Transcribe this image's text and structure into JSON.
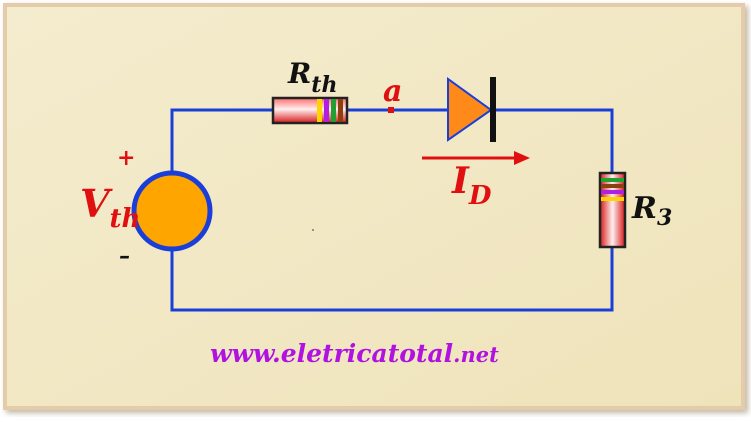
{
  "labels": {
    "rth_main": "R",
    "rth_sub": "th",
    "node": "a",
    "plus": "+",
    "minus": "–",
    "vth_main": "V",
    "vth_sub": "th",
    "id_main": "I",
    "id_sub": "D",
    "r3_main": "R",
    "r3_sub": "3"
  },
  "footer": {
    "url_main": "www.eletricatotal",
    "url_tld": ".net"
  },
  "colors": {
    "background": "#f2e8c4",
    "border": "#e2c8a4",
    "wire": "#1a3fd8",
    "red_text": "#e01010",
    "source_fill": "#ffa500",
    "diode_fill": "#ff8a1a",
    "url": "#b012e0"
  }
}
